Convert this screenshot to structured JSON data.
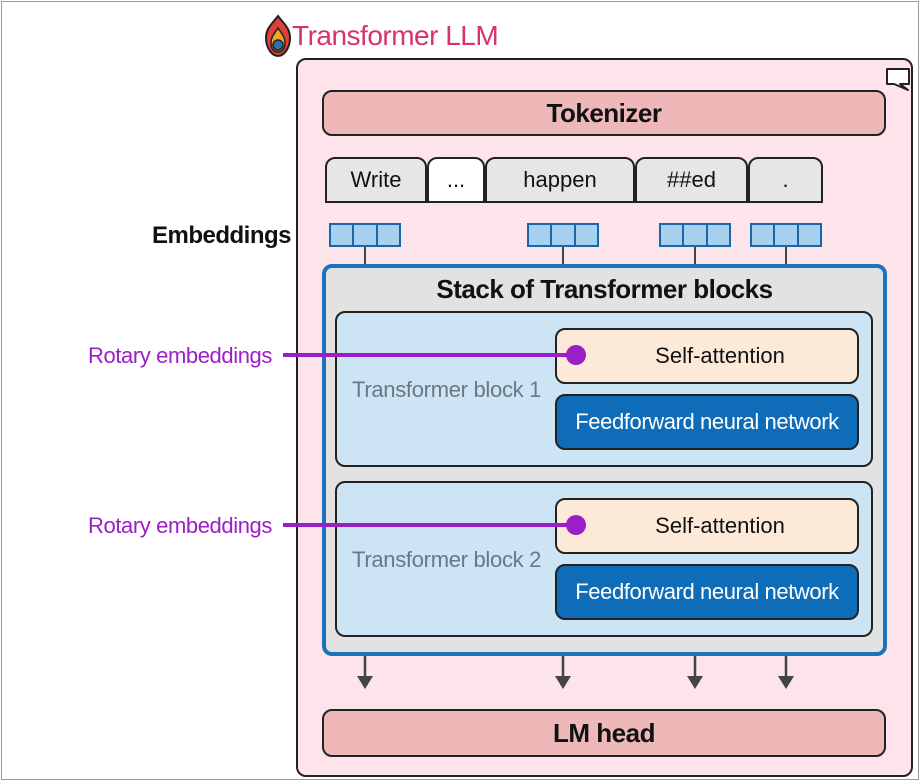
{
  "diagram": {
    "title": "Transformer LLM",
    "tokenizer_label": "Tokenizer",
    "tokens": [
      "Write",
      "...",
      "happen",
      "##ed",
      "."
    ],
    "embeddings_label": "Embeddings",
    "stack_title": "Stack of Transformer blocks",
    "blocks": [
      {
        "label": "Transformer block 1",
        "self_attention": "Self-attention",
        "ffn": "Feedforward neural network",
        "rotary_label": "Rotary embeddings"
      },
      {
        "label": "Transformer block 2",
        "self_attention": "Self-attention",
        "ffn": "Feedforward neural network",
        "rotary_label": "Rotary embeddings"
      }
    ],
    "lm_head_label": "LM head"
  },
  "colors": {
    "title": "#d7336b",
    "outer_bg": "#fde4ea",
    "bar_bg": "#efb8b8",
    "stack_border": "#1b72bf",
    "block_bg": "#cde4f5",
    "self_attention_bg": "#fde9d7",
    "ffn_bg": "#0f6cb8",
    "rotary": "#9b1fc7",
    "embedding_fill": "#a8d0ef"
  },
  "icons": [
    "flame-logo-icon",
    "speech-bubble-icon",
    "down-arrow-icon"
  ]
}
